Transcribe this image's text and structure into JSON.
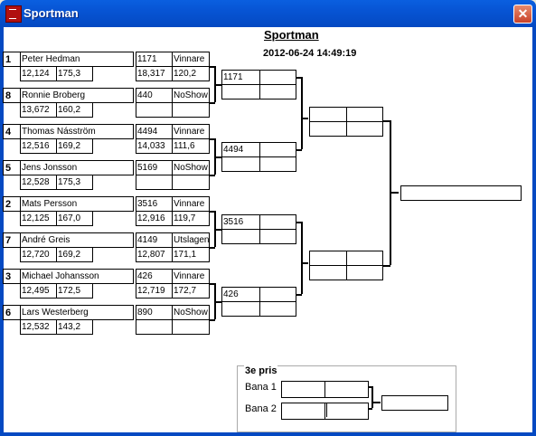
{
  "window": {
    "title": "Sportman",
    "close": "✕",
    "icon": "app-icon"
  },
  "header": {
    "title": "Sportman",
    "datetime": "2012-06-24 14:49:19"
  },
  "entries": [
    {
      "seed": "1",
      "name": "Peter Hedman",
      "rt": "12,124",
      "et": "175,3",
      "num": "1171",
      "res": "Vinnare",
      "r2": "18,317",
      "s2": "120,2"
    },
    {
      "seed": "8",
      "name": "Ronnie Broberg",
      "rt": "13,672",
      "et": "160,2",
      "num": "440",
      "res": "NoShow",
      "r2": "",
      "s2": ""
    },
    {
      "seed": "4",
      "name": "Thomas Násström",
      "rt": "12,516",
      "et": "169,2",
      "num": "4494",
      "res": "Vinnare",
      "r2": "14,033",
      "s2": "111,6"
    },
    {
      "seed": "5",
      "name": "Jens Jonsson",
      "rt": "12,528",
      "et": "175,3",
      "num": "5169",
      "res": "NoShow",
      "r2": "",
      "s2": ""
    },
    {
      "seed": "2",
      "name": "Mats Persson",
      "rt": "12,125",
      "et": "167,0",
      "num": "3516",
      "res": "Vinnare",
      "r2": "12,916",
      "s2": "119,7"
    },
    {
      "seed": "7",
      "name": "André Greis",
      "rt": "12,720",
      "et": "169,2",
      "num": "4149",
      "res": "Utslagen",
      "r2": "12,807",
      "s2": "171,1"
    },
    {
      "seed": "3",
      "name": "Michael Johansson",
      "rt": "12,495",
      "et": "172,5",
      "num": "426",
      "res": "Vinnare",
      "r2": "12,719",
      "s2": "172,7"
    },
    {
      "seed": "6",
      "name": "Lars Westerberg",
      "rt": "12,532",
      "et": "143,2",
      "num": "890",
      "res": "NoShow",
      "r2": "",
      "s2": ""
    }
  ],
  "round2": [
    "1171",
    "4494",
    "3516",
    "426"
  ],
  "third_place": {
    "label": "3e pris",
    "lane1": "Bana 1",
    "lane2": "Bana 2"
  }
}
